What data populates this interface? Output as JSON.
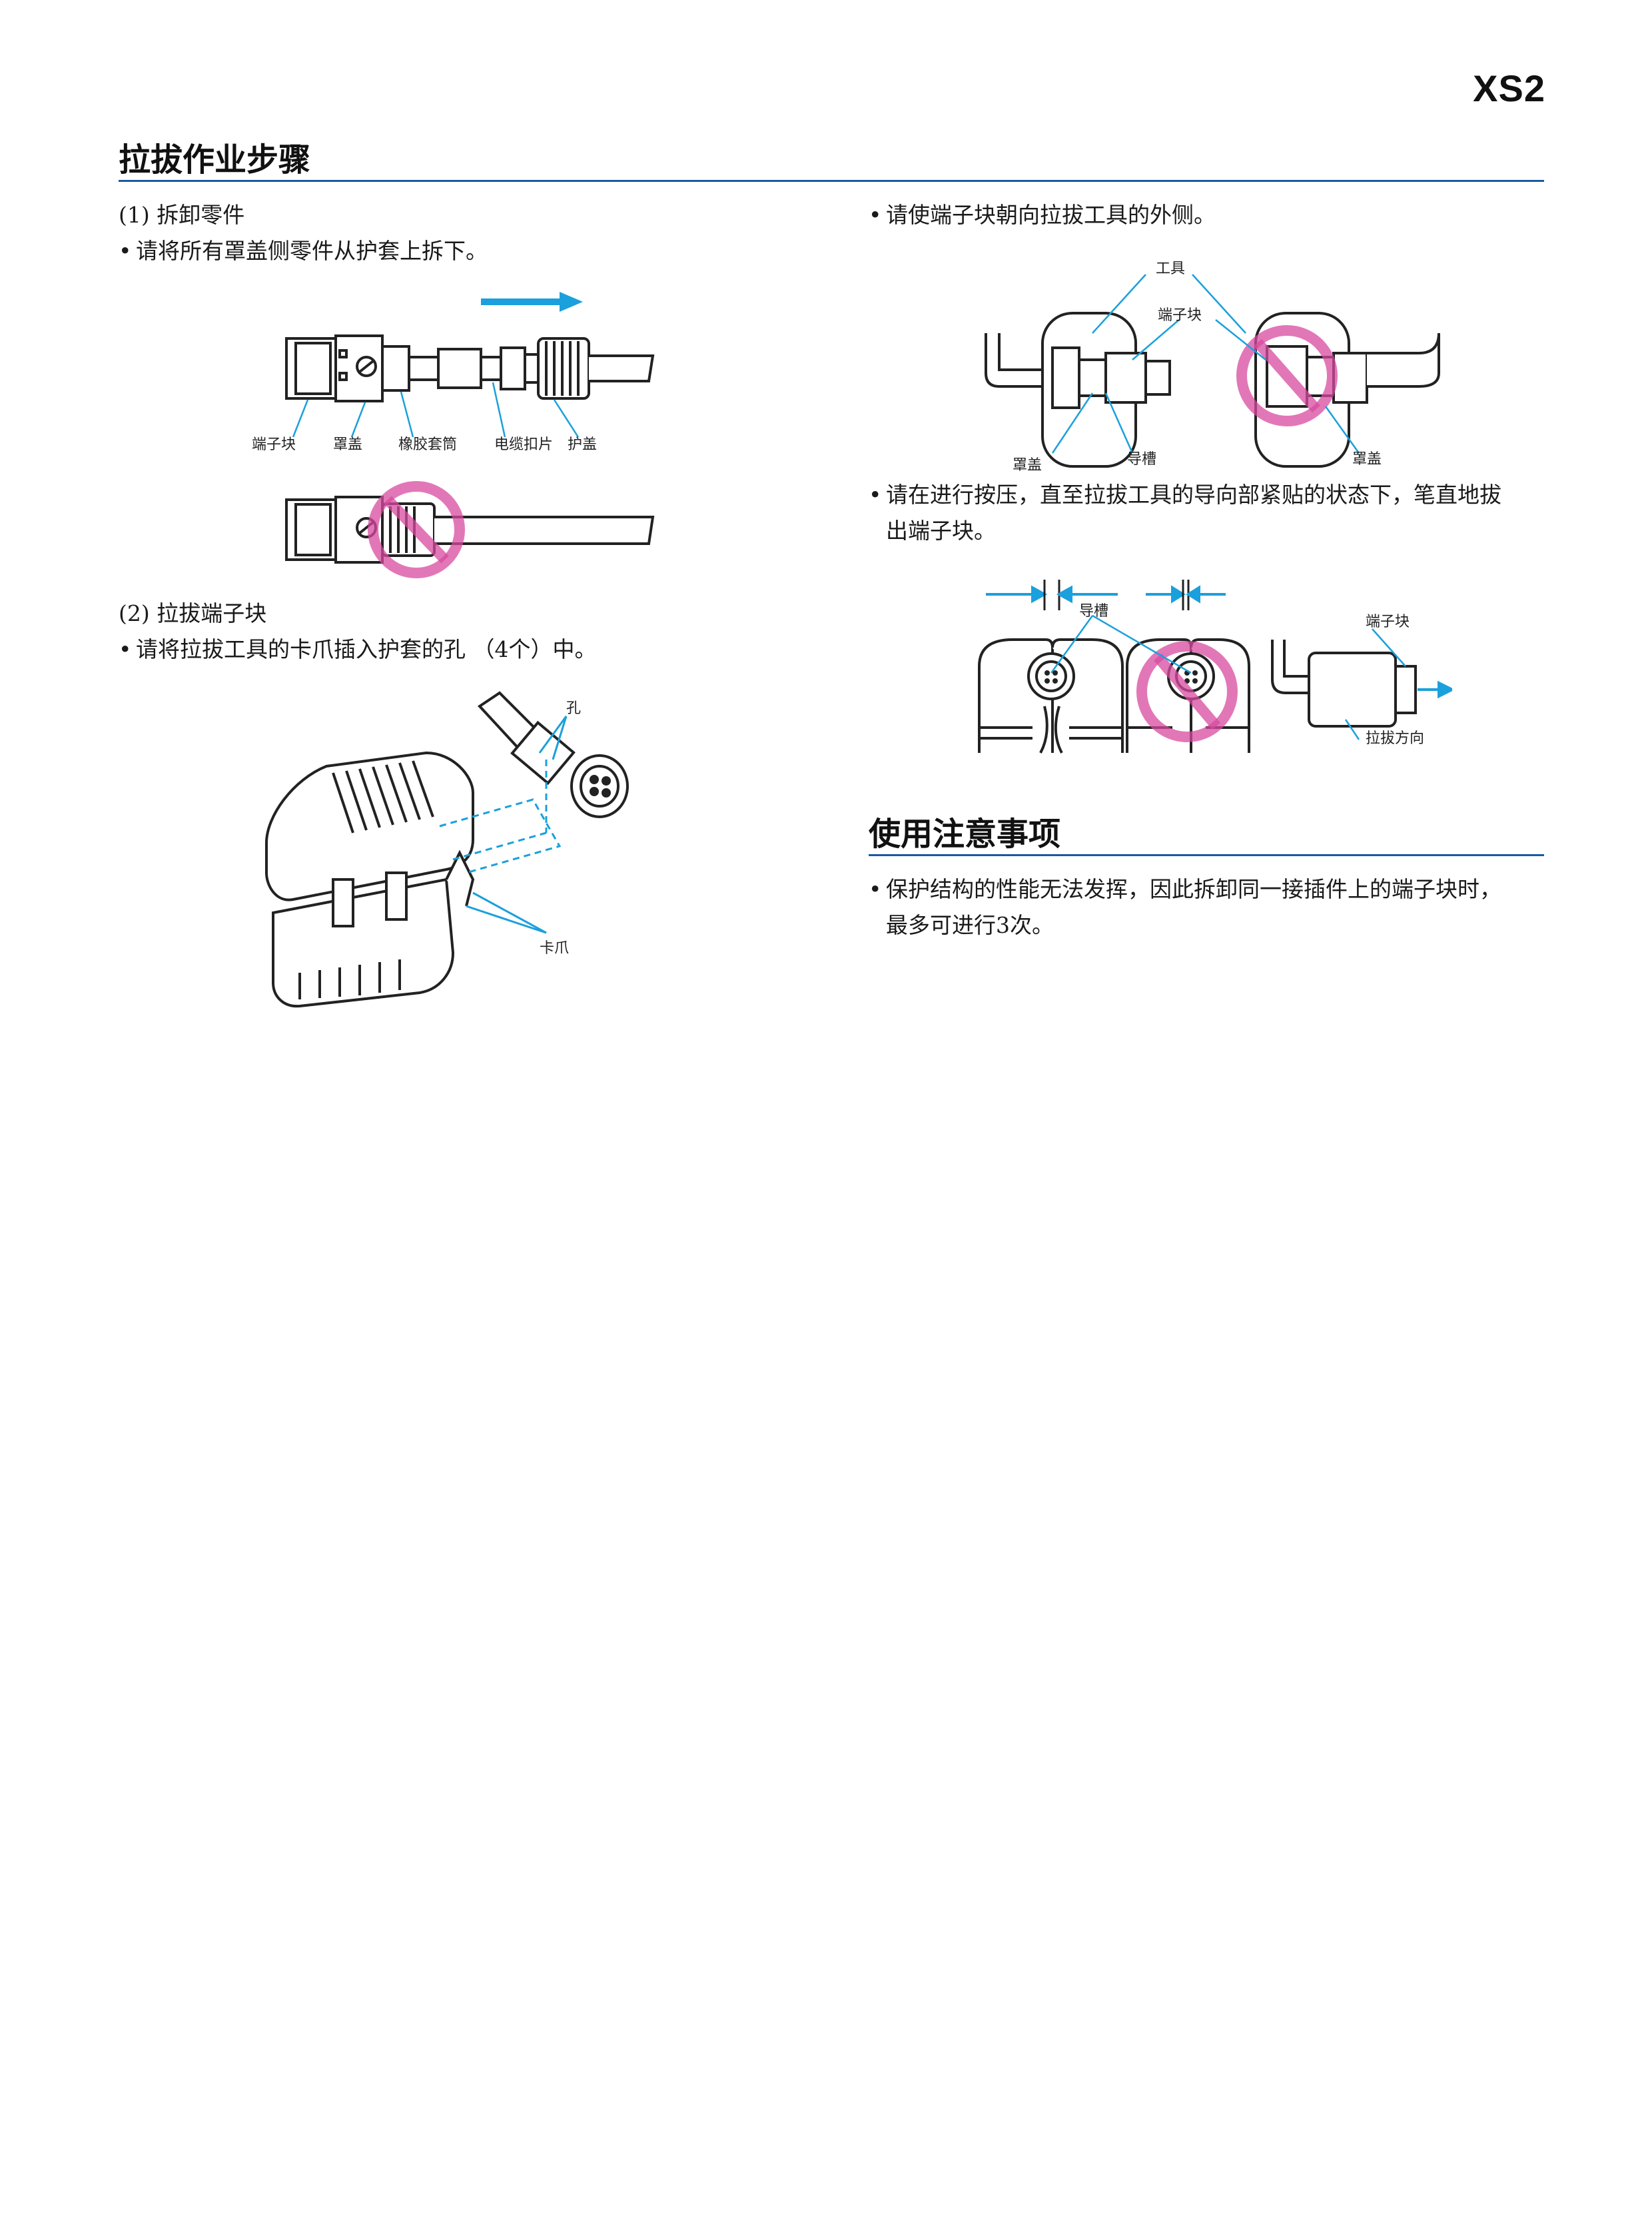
{
  "header": {
    "product_code": "XS2"
  },
  "section1": {
    "title": "拉拔作业步骤",
    "step1": {
      "heading": "(1) 拆卸零件",
      "bullet": "请将所有罩盖侧零件从护套上拆下。",
      "labels": [
        "端子块",
        "罩盖",
        "橡胶套筒",
        "电缆扣片",
        "护盖"
      ]
    },
    "step2": {
      "heading": "(2) 拉拔端子块",
      "bullet": "请将拉拔工具的卡爪插入护套的孔 （4个）中。",
      "label_hole": "孔",
      "label_claw": "卡爪"
    },
    "right": {
      "bullet1": "请使端子块朝向拉拔工具的外侧。",
      "fig1_labels": {
        "tool": "工具",
        "terminal": "端子块",
        "cover_left": "罩盖",
        "groove": "导槽",
        "cover_right": "罩盖"
      },
      "bullet2_line1": "请在进行按压，直至拉拔工具的导向部紧贴的状态下，笔直地拔",
      "bullet2_line2": "出端子块。",
      "fig2_labels": {
        "groove": "导槽",
        "terminal": "端子块",
        "direction": "拉拔方向"
      }
    }
  },
  "section2": {
    "title": "使用注意事项",
    "bullet_line1": "保护结构的性能无法发挥，因此拆卸同一接插件上的端子块时，",
    "bullet_line2": "最多可进行3次。"
  },
  "colors": {
    "accent_blue": "#1a5aa0",
    "arrow_blue": "#1aa0dc",
    "prohibit_pink": "#d84aa0"
  }
}
